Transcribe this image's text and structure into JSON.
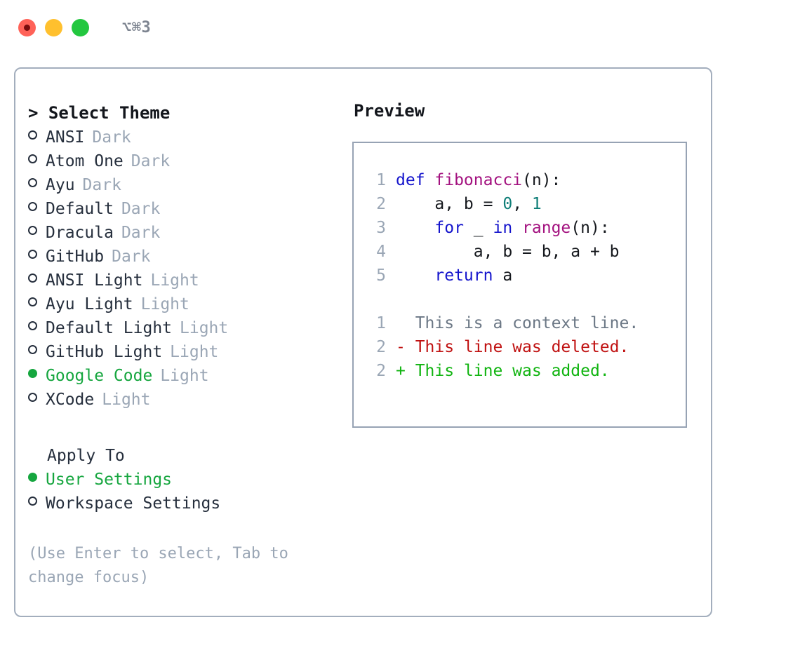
{
  "window": {
    "shortcut": "⌥⌘3",
    "traffic_lights": [
      {
        "name": "close",
        "color": "#ff6258"
      },
      {
        "name": "minimize",
        "color": "#ffc02e"
      },
      {
        "name": "maximize",
        "color": "#23c73f"
      }
    ]
  },
  "theme_picker": {
    "header": "> Select Theme",
    "items": [
      {
        "label": "ANSI",
        "tag": "Dark",
        "selected": false
      },
      {
        "label": "Atom One",
        "tag": "Dark",
        "selected": false
      },
      {
        "label": "Ayu",
        "tag": "Dark",
        "selected": false
      },
      {
        "label": "Default",
        "tag": "Dark",
        "selected": false
      },
      {
        "label": "Dracula",
        "tag": "Dark",
        "selected": false
      },
      {
        "label": "GitHub",
        "tag": "Dark",
        "selected": false
      },
      {
        "label": "ANSI Light",
        "tag": "Light",
        "selected": false
      },
      {
        "label": "Ayu Light",
        "tag": "Light",
        "selected": false
      },
      {
        "label": "Default Light",
        "tag": "Light",
        "selected": false
      },
      {
        "label": "GitHub Light",
        "tag": "Light",
        "selected": false
      },
      {
        "label": "Google Code",
        "tag": "Light",
        "selected": true
      },
      {
        "label": "XCode",
        "tag": "Light",
        "selected": false
      }
    ]
  },
  "apply_to": {
    "title": "Apply To",
    "options": [
      {
        "label": "User Settings",
        "selected": true
      },
      {
        "label": "Workspace Settings",
        "selected": false
      }
    ]
  },
  "hint": "(Use Enter to select, Tab to change focus)",
  "preview": {
    "title": "Preview",
    "code_lines": [
      {
        "num": "1",
        "tokens": [
          {
            "t": "def ",
            "c": "kw"
          },
          {
            "t": "fibonacci",
            "c": "fn"
          },
          {
            "t": "(n):",
            "c": "pl"
          }
        ]
      },
      {
        "num": "2",
        "tokens": [
          {
            "t": "    a, b = ",
            "c": "pl"
          },
          {
            "t": "0",
            "c": "num"
          },
          {
            "t": ", ",
            "c": "pl"
          },
          {
            "t": "1",
            "c": "num"
          }
        ]
      },
      {
        "num": "3",
        "tokens": [
          {
            "t": "    ",
            "c": "pl"
          },
          {
            "t": "for",
            "c": "kw"
          },
          {
            "t": " _ ",
            "c": "pl"
          },
          {
            "t": "in",
            "c": "kw"
          },
          {
            "t": " ",
            "c": "pl"
          },
          {
            "t": "range",
            "c": "fn"
          },
          {
            "t": "(n):",
            "c": "pl"
          }
        ]
      },
      {
        "num": "4",
        "tokens": [
          {
            "t": "        a, b = b, a + b",
            "c": "pl"
          }
        ]
      },
      {
        "num": "5",
        "tokens": [
          {
            "t": "    ",
            "c": "pl"
          },
          {
            "t": "return",
            "c": "kw"
          },
          {
            "t": " a",
            "c": "pl"
          }
        ]
      }
    ],
    "diff_lines": [
      {
        "num": "1",
        "marker": " ",
        "text": " This is a context line.",
        "kind": "ctx"
      },
      {
        "num": "2",
        "marker": "-",
        "text": " This line was deleted.",
        "kind": "del"
      },
      {
        "num": "2",
        "marker": "+",
        "text": " This line was added.",
        "kind": "add"
      }
    ]
  },
  "colors": {
    "accent_green": "#16a63f",
    "border": "#a3aebd",
    "muted": "#9aa6b5",
    "text": "#262f3d",
    "keyword": "#1414cc",
    "function": "#a3117f",
    "number": "#0f7e78",
    "diff_added": "#11b411",
    "diff_deleted": "#c01111",
    "diff_context": "#6b7785"
  }
}
